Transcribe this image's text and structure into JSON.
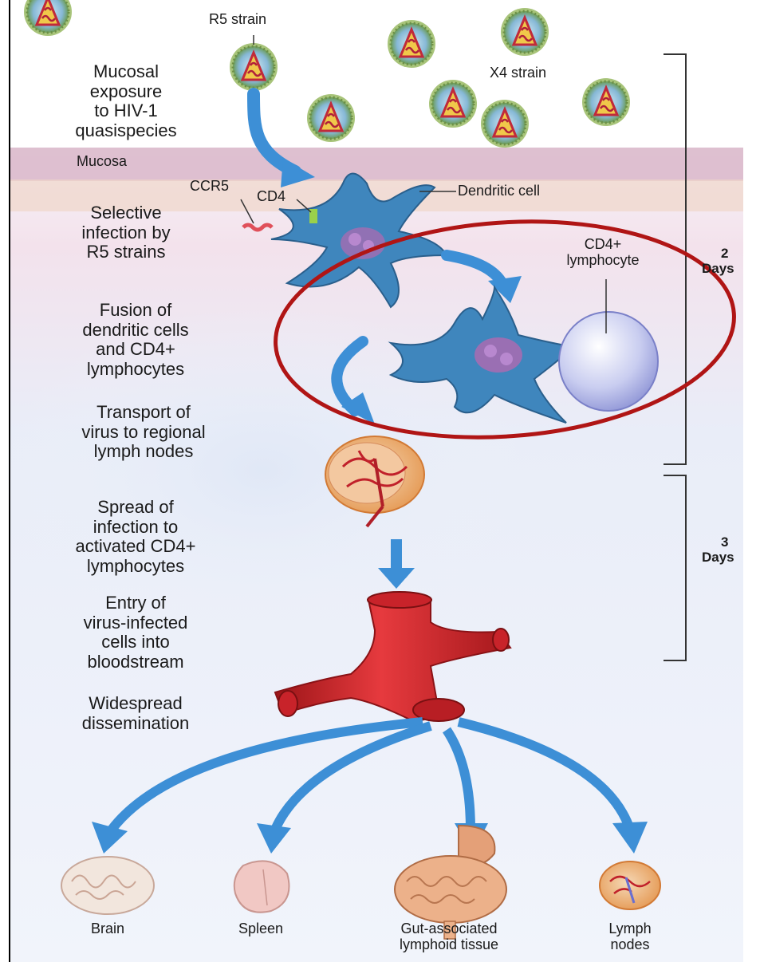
{
  "top": {
    "r5_strain": "R5 strain",
    "x4_strain": "X4 strain"
  },
  "steps": [
    "Mucosal\nexposure\nto HIV-1\nquasispecies",
    "Selective\ninfection by\nR5 strains",
    "Fusion of\ndendritic cells\nand CD4+\nlymphocytes",
    "Transport of\nvirus to regional\nlymph nodes",
    "Spread of\ninfection to\nactivated CD4+\nlymphocytes",
    "Entry of\nvirus-infected\ncells into\nbloodstream",
    "Widespread\ndissemination"
  ],
  "labels": {
    "mucosa": "Mucosa",
    "ccr5": "CCR5",
    "cd4": "CD4",
    "dendritic_cell": "Dendritic cell",
    "cd4_lymphocyte": "CD4+\nlymphocyte"
  },
  "timeline": [
    {
      "value": "2",
      "unit": "Days"
    },
    {
      "value": "3",
      "unit": "Days"
    }
  ],
  "organs": [
    {
      "label": "Brain"
    },
    {
      "label": "Spleen"
    },
    {
      "label": "Gut-associated\nlymphoid tissue"
    },
    {
      "label": "Lymph\nnodes"
    }
  ],
  "colors": {
    "arrow_blue": "#3d8fd6",
    "highlight_ring": "#b01515",
    "vessel_red": "#d9262c",
    "dendritic_blue": "#3f86bd",
    "mucosa_band": "#d9b6c9"
  }
}
